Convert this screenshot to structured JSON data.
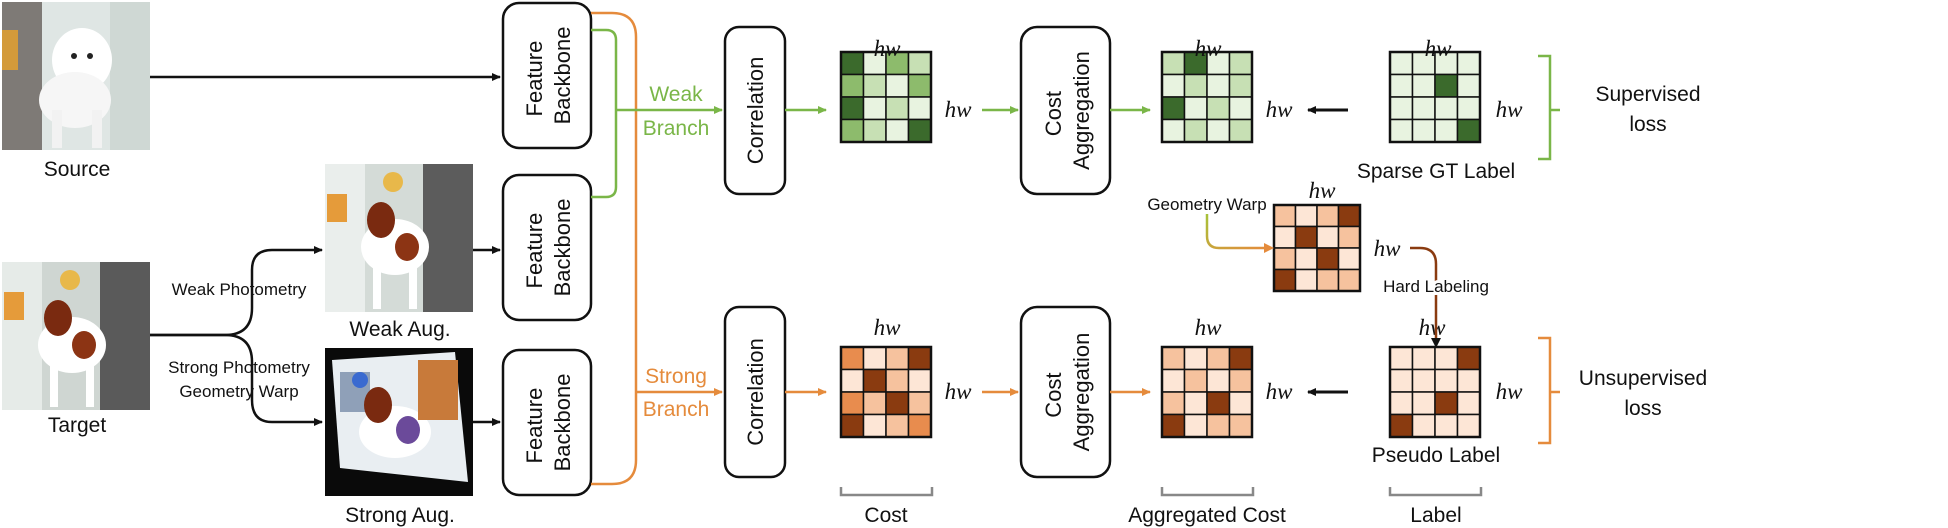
{
  "labels": {
    "source": "Source",
    "target": "Target",
    "weak_aug": "Weak Aug.",
    "strong_aug": "Strong Aug.",
    "weak_photometry": "Weak Photometry",
    "strong_photometry": "Strong Photometry",
    "geometry_warp_input": "Geometry Warp",
    "feature_line1": "Feature",
    "feature_line2": "Backbone",
    "weak_branch_line1": "Weak",
    "weak_branch_line2": "Branch",
    "strong_branch_line1": "Strong",
    "strong_branch_line2": "Branch",
    "correlation": "Correlation",
    "cost_line1": "Cost",
    "cost_line2": "Aggregation",
    "hw": "hw",
    "sparse_gt_label": "Sparse GT Label",
    "geometry_warp": "Geometry Warp",
    "hard_labeling": "Hard Labeling",
    "pseudo_label": "Pseudo Label",
    "supervised_line1": "Supervised",
    "supervised_line2": "loss",
    "unsupervised_line1": "Unsupervised",
    "unsupervised_line2": "loss",
    "cost": "Cost",
    "aggregated_cost": "Aggregated Cost",
    "label": "Label"
  },
  "colors": {
    "green": "#7ab648",
    "orange": "#e58b3c",
    "dark_green": "#3b6a2c",
    "dark_brown": "#8a3b10"
  }
}
